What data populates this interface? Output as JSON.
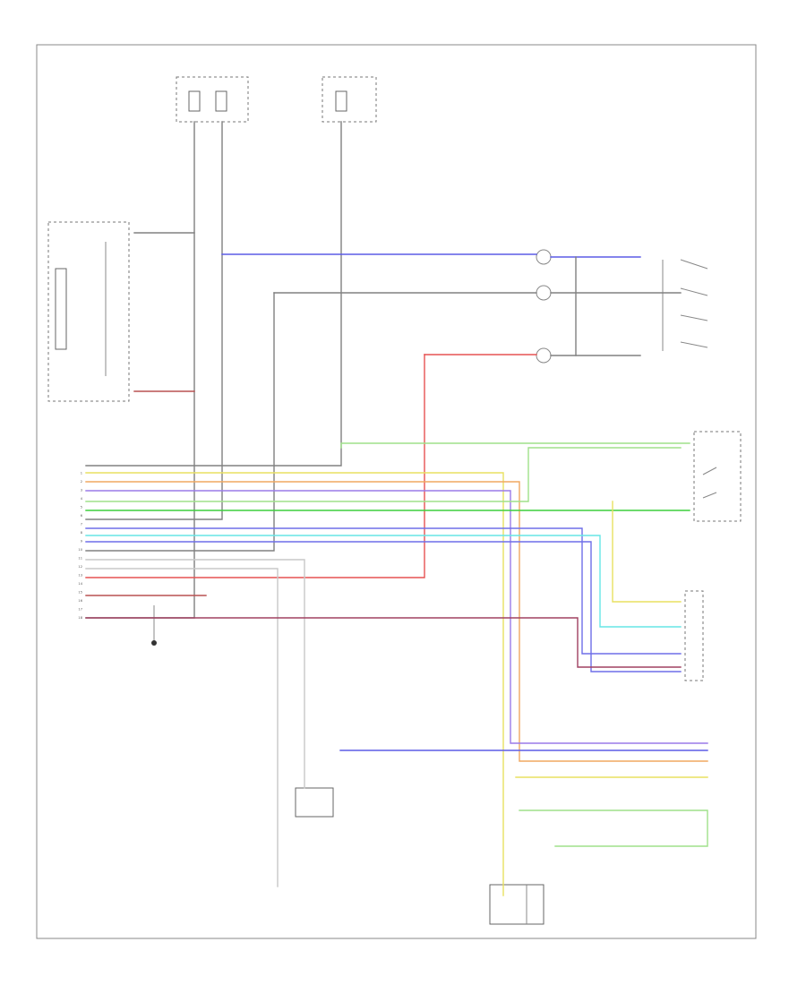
{
  "diagram": {
    "figure_code": "",
    "fuse_box_1": {
      "title": "",
      "fuse_labels": [
        "",
        "",
        "",
        ""
      ],
      "circuits": [
        ""
      ]
    },
    "fuse_box_2": {
      "title": "",
      "circuits": [
        ""
      ]
    },
    "combination_meter": {
      "labels": [
        "",
        "",
        ""
      ]
    },
    "cruise_indicator": {
      "label": ""
    },
    "cruise_module": {
      "label": "",
      "pins": [
        {
          "n": "1",
          "c": ""
        },
        {
          "n": "2",
          "c": ""
        },
        {
          "n": "3",
          "c": ""
        },
        {
          "n": "4",
          "c": ""
        },
        {
          "n": "5",
          "c": ""
        },
        {
          "n": "6",
          "c": ""
        },
        {
          "n": "7",
          "c": ""
        },
        {
          "n": "8",
          "c": ""
        },
        {
          "n": "9",
          "c": ""
        },
        {
          "n": "10",
          "c": ""
        },
        {
          "n": "11",
          "c": ""
        },
        {
          "n": "12",
          "c": ""
        },
        {
          "n": "13",
          "c": ""
        },
        {
          "n": "14",
          "c": ""
        },
        {
          "n": "15",
          "c": ""
        },
        {
          "n": "16",
          "c": ""
        },
        {
          "n": "17",
          "c": ""
        },
        {
          "n": "18",
          "c": ""
        }
      ]
    },
    "cable_reel": {
      "label": ""
    },
    "cruise_switches": {
      "title": "",
      "switches": [
        "",
        "",
        "",
        ""
      ]
    },
    "brake_switch": {
      "label": ""
    },
    "clutch_switch": {
      "label": ""
    },
    "actuator": {
      "label": ""
    },
    "ground": {
      "label": ""
    },
    "data_link": {
      "label": ""
    },
    "vss": {
      "label": ""
    },
    "pcm": {
      "label": ""
    },
    "tail_connector": {
      "label": ""
    },
    "tcm": {
      "label": ""
    },
    "wire_colors": {
      "blue": "#5c5ce6",
      "red": "#e65252",
      "yellow": "#e8e060",
      "orange": "#f0a860",
      "purple": "#9a7ae8",
      "light_green": "#9fe08a",
      "green": "#3ccf3c",
      "cyan": "#66e6e6",
      "indigo": "#6e6ee8",
      "grey": "#808080",
      "light_grey": "#c8c8c8",
      "maroon": "#a04060",
      "brown_red": "#b85050",
      "pink": "#d890a0"
    }
  }
}
